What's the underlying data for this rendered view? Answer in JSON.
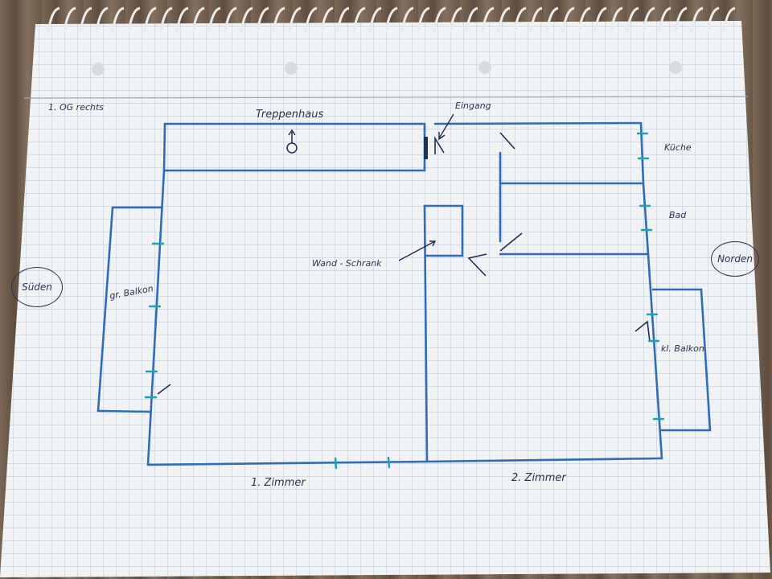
{
  "plan": {
    "floor_label": "1. OG rechts",
    "stairwell": "Treppenhaus",
    "entrance": "Eingang",
    "kitchen": "Küche",
    "bathroom": "Bad",
    "closet": "Wand - Schrank",
    "large_balcony": "gr. Balkon",
    "small_balcony": "kl. Balkon",
    "room1": "1. Zimmer",
    "room2": "2. Zimmer",
    "south": "Süden",
    "north": "Norden"
  },
  "colors": {
    "wall": "#2f6db8",
    "marker": "#1aa3b5",
    "grid": "#b9c6d6",
    "paper": "#f1f2f3",
    "ink": "#2a3550"
  }
}
